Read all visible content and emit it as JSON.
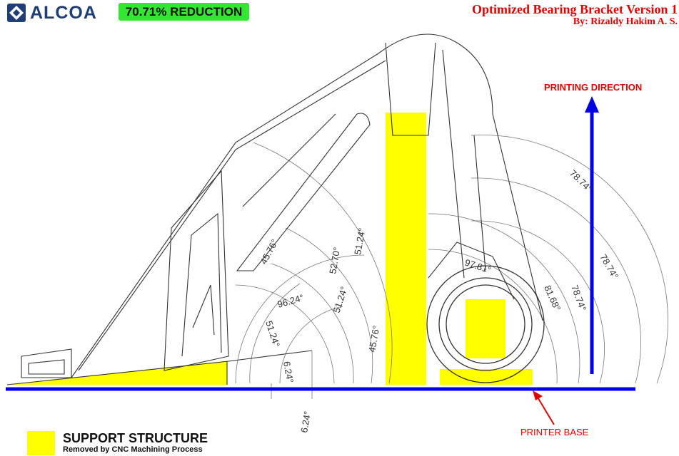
{
  "header": {
    "logo_text": "ALCOA",
    "badge": "70.71% REDUCTION",
    "title": "Optimized Bearing Bracket Version 1",
    "author": "By: Rizaldy Hakim A. S."
  },
  "labels": {
    "printing_direction": "PRINTING DIRECTION",
    "printer_base": "PRINTER BASE"
  },
  "legend": {
    "title": "SUPPORT STRUCTURE",
    "subtitle": "Removed by CNC Machining Process"
  },
  "dimensions": {
    "d1": "45.76°",
    "d2": "52.70°",
    "d3": "51.24°",
    "d4": "96.24°",
    "d5": "51.24°",
    "d6": "51.24°",
    "d7": "45.76°",
    "d8": "6.24°",
    "d9": "6.24°",
    "d10": "97.81°",
    "d11": "81.68°",
    "d12": "78.74°",
    "d13": "78.74°",
    "d14": "78.74°"
  },
  "colors": {
    "support": "#ffff00",
    "base_line": "#0000e6",
    "arrow": "#0000e6",
    "title": "#e00000",
    "badge": "#32e632",
    "logo": "#1f3e73"
  }
}
